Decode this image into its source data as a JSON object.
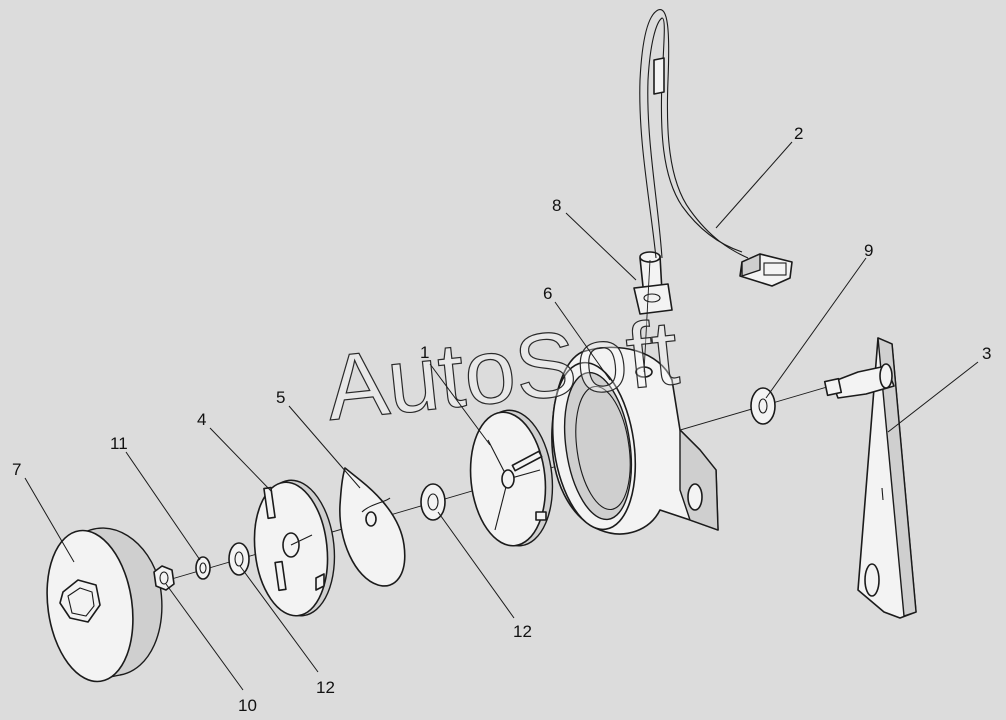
{
  "watermark": {
    "text": "AutoSoft"
  },
  "callouts": {
    "c1": "1",
    "c2": "2",
    "c3": "3",
    "c4": "4",
    "c5": "5",
    "c6": "6",
    "c7": "7",
    "c8": "8",
    "c9": "9",
    "c10": "10",
    "c11": "11",
    "c12a": "12",
    "c12b": "12"
  }
}
